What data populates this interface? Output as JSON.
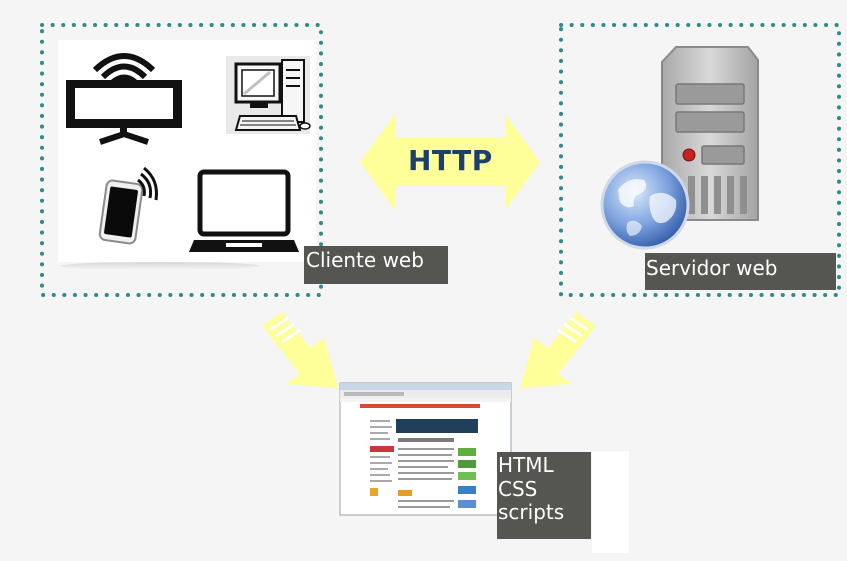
{
  "protocol": {
    "label": "HTTP"
  },
  "client": {
    "label": "Cliente web"
  },
  "server": {
    "label": "Servidor web"
  },
  "content": {
    "lines": [
      "HTML",
      "CSS",
      "scripts"
    ]
  },
  "colors": {
    "dotted_border": "#2e8b8b",
    "arrow": "#ffff99",
    "label_bg": "#555652",
    "http_text": "#1c3f6e",
    "globe": "#4a78c8",
    "server_case": "#b8b8b8",
    "server_led": "#cc1f1f"
  }
}
